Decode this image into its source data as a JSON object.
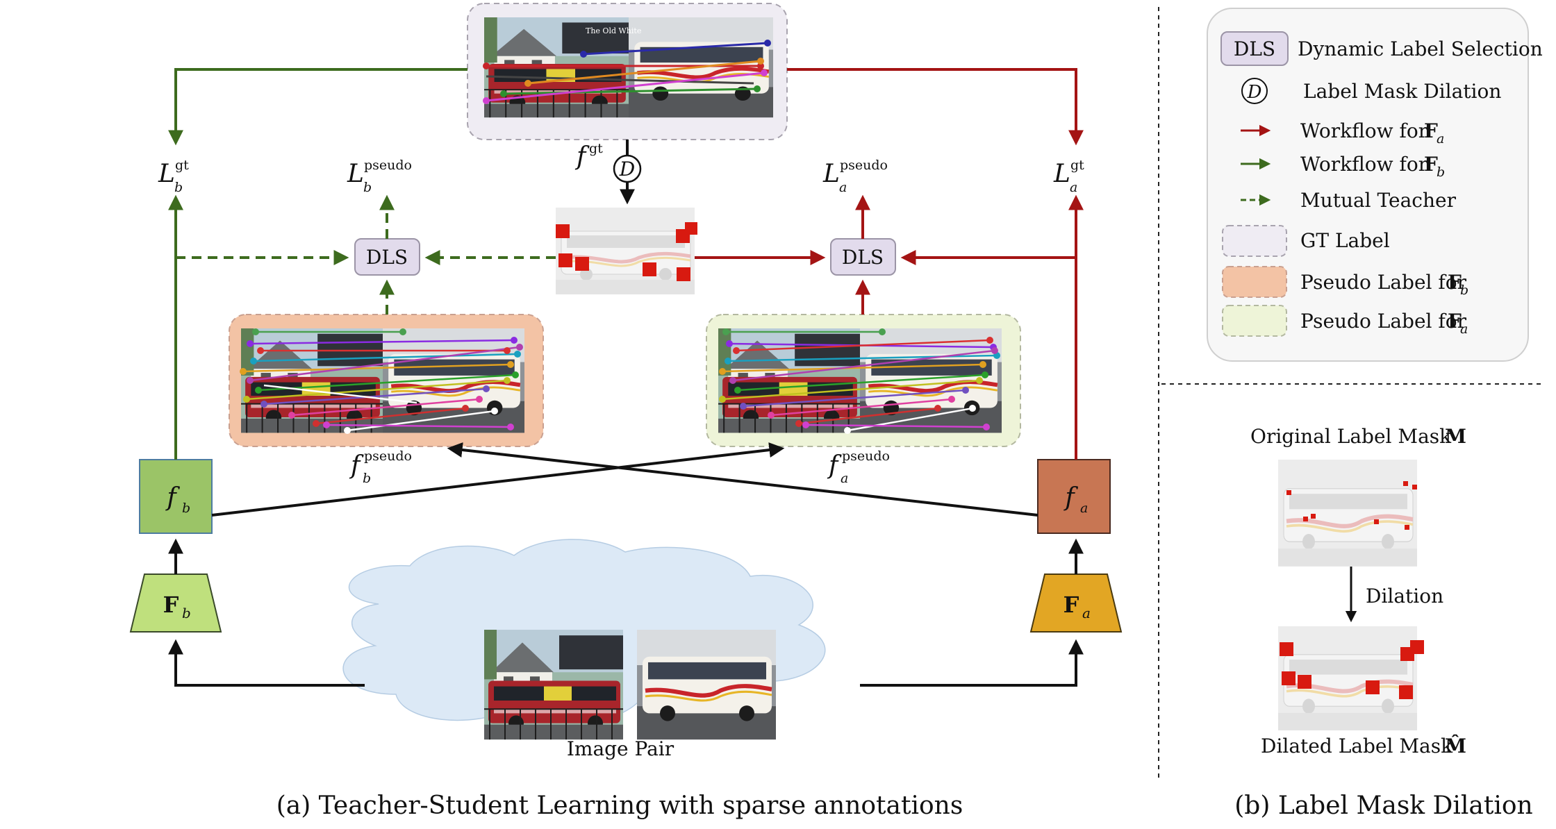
{
  "legend": {
    "dls": {
      "chip": "DLS",
      "text": "Dynamic Label Selection"
    },
    "dilation": {
      "symbol": "D",
      "text": "Label Mask Dilation"
    },
    "workflow_a": {
      "text": "Workflow for",
      "symbol": "F",
      "sub": "a"
    },
    "workflow_b": {
      "text": "Workflow for",
      "symbol": "F",
      "sub": "b"
    },
    "mutual": {
      "text": "Mutual Teacher"
    },
    "gt": {
      "text": "GT Label"
    },
    "pseudo_b": {
      "text": "Pseudo Label for",
      "symbol": "F",
      "sub": "b"
    },
    "pseudo_a": {
      "text": "Pseudo Label for",
      "symbol": "F",
      "sub": "a"
    }
  },
  "nodes": {
    "dls_left": "DLS",
    "dls_right": "DLS",
    "dilation_symbol": "D",
    "head_b": {
      "symbol": "f",
      "sub": "b"
    },
    "head_a": {
      "symbol": "f",
      "sub": "a"
    },
    "encoder_b": {
      "symbol": "F",
      "sub": "b"
    },
    "encoder_a": {
      "symbol": "F",
      "sub": "a"
    }
  },
  "labels": {
    "f_gt": {
      "symbol": "f",
      "sup": "gt"
    },
    "f_pseudo_b": {
      "symbol": "f",
      "sup": "pseudo",
      "sub": "b"
    },
    "f_pseudo_a": {
      "symbol": "f",
      "sup": "pseudo",
      "sub": "a"
    },
    "loss_b_gt": {
      "symbol": "L",
      "sup": "gt",
      "sub": "b"
    },
    "loss_b_pseudo": {
      "symbol": "L",
      "sup": "pseudo",
      "sub": "b"
    },
    "loss_a_pseudo": {
      "symbol": "L",
      "sup": "pseudo",
      "sub": "a"
    },
    "loss_a_gt": {
      "symbol": "L",
      "sup": "gt",
      "sub": "a"
    },
    "image_pair": "Image Pair",
    "bus_sign": "The Old White"
  },
  "panel_b": {
    "original_mask": {
      "text": "Original Label Mask",
      "symbol": "M"
    },
    "dilation": "Dilation",
    "dilated_mask": {
      "text": "Dilated Label Mask",
      "symbol": "M̂"
    }
  },
  "captions": {
    "a": "(a) Teacher-Student Learning with sparse annotations",
    "b": "(b) Label Mask Dilation"
  },
  "colors": {
    "green": "#3d6b1e",
    "red": "#a41414",
    "black": "#111111",
    "dls_fill": "#e2dbec",
    "gt_fill": "#efecf3",
    "pseudo_b_fill": "#f3c3a5",
    "pseudo_a_fill": "#eef4d8",
    "fb_fill": "#9bc467",
    "fa_fill": "#c87653",
    "Fb_fill": "#bfe07d",
    "Fa_fill": "#e2a624",
    "cloud_fill": "#dce9f6",
    "mask_square": "#d81a10"
  }
}
